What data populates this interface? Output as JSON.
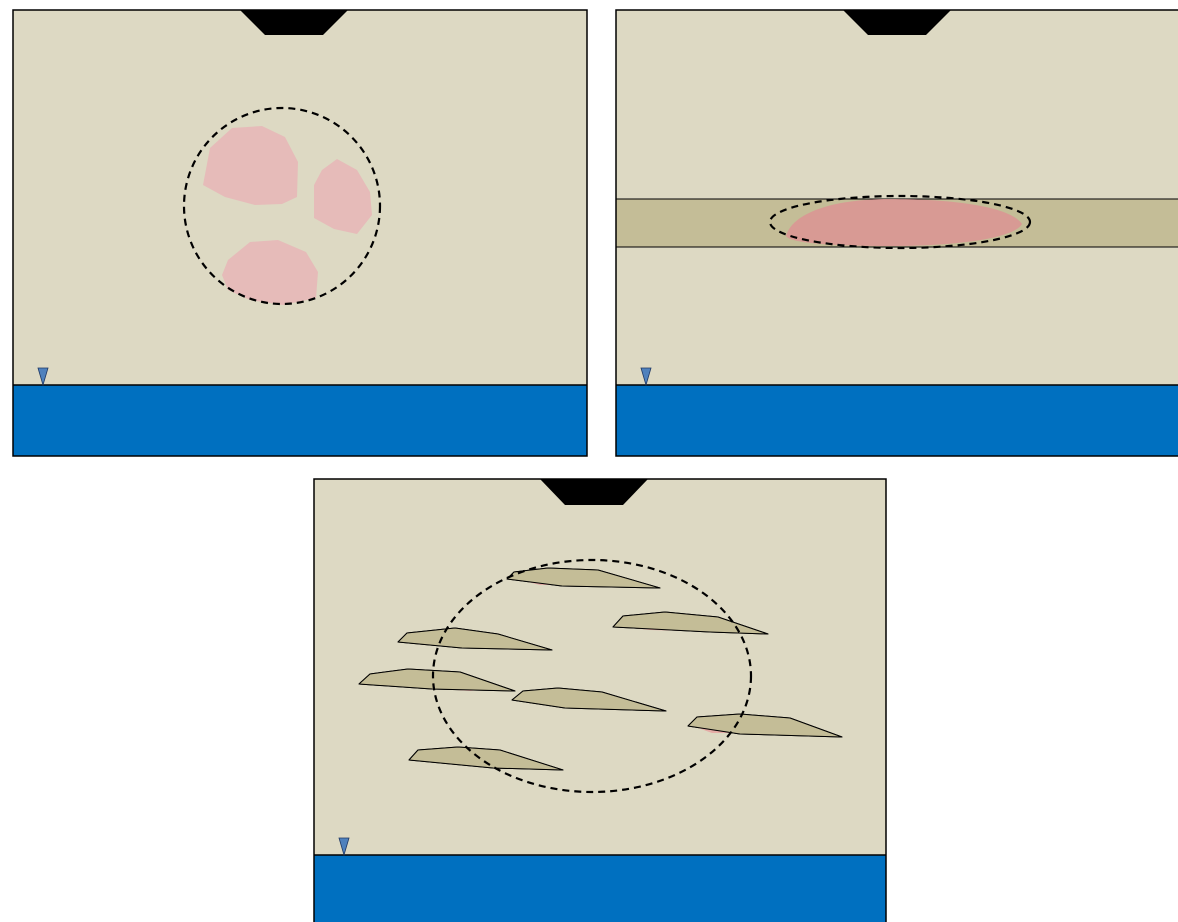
{
  "colors": {
    "background": "#ffffff",
    "soil": "#ddd9c3",
    "lens_layer": "#c4bd97",
    "water": "#0070c0",
    "water_table_marker": "#4f81bd",
    "contamination": "#e6b9b8",
    "contamination_in_layer": "#da9694",
    "outline": "#000000",
    "boundary": "#000000"
  },
  "panels": [
    {
      "id": "panel-1",
      "description_icon": "homogeneous-soil-contamination",
      "features": [
        "source-trapezoid",
        "water-table-marker",
        "groundwater",
        "dashed-circle-boundary",
        "three-contamination-blobs"
      ]
    },
    {
      "id": "panel-2",
      "description_icon": "single-layer-contamination",
      "features": [
        "source-trapezoid",
        "water-table-marker",
        "groundwater",
        "horizontal-layer",
        "dashed-ellipse-boundary",
        "contamination-lens"
      ]
    },
    {
      "id": "panel-3",
      "description_icon": "multiple-lenses-contamination",
      "features": [
        "source-trapezoid",
        "water-table-marker",
        "groundwater",
        "dashed-circle-boundary",
        "seven-lenses-with-contamination"
      ]
    }
  ]
}
